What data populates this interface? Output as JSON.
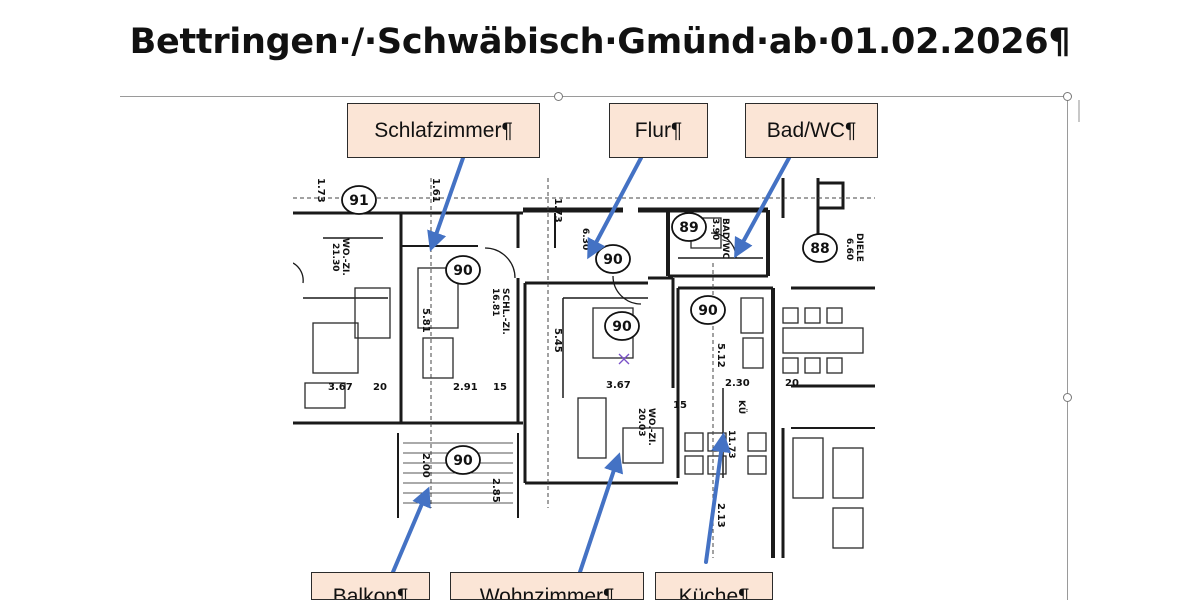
{
  "document": {
    "title": "Bettringen·/·Schwäbisch·Gmünd·ab·01.02.2026¶"
  },
  "labels": {
    "schlafzimmer": "Schlafzimmer¶",
    "flur": "Flur¶",
    "bad_wc": "Bad/WC¶",
    "balkon": "Balkon¶",
    "wohnzimmer": "Wohnzimmer¶",
    "kueche": "Küche¶"
  },
  "plan": {
    "room_marks": [
      "90",
      "91",
      "88",
      "89"
    ],
    "room_names": {
      "schl": "SCHL.-ZI.",
      "wo": "WO.-ZI.",
      "ku": "KÜ",
      "bad": "BAD/WC",
      "diele": "DIELE",
      "wo_left": "WO.-ZI."
    },
    "room_areas": {
      "schl": "16.81",
      "wo": "20.03",
      "ku": "11.73",
      "bad": "3.90",
      "flur": "6.30",
      "diele": "6.60",
      "wo_left": "21.30"
    },
    "dimensions": [
      "3.67",
      "2.91",
      "3.67",
      "2.30",
      "5.81",
      "5.45",
      "5.12",
      "2.00",
      "2.85",
      "15",
      "20",
      "1.61",
      "1.73",
      "2.13"
    ]
  },
  "colors": {
    "label_fill": "#fbe5d6",
    "arrow": "#4472c4",
    "selection": "#9a9a9a"
  }
}
